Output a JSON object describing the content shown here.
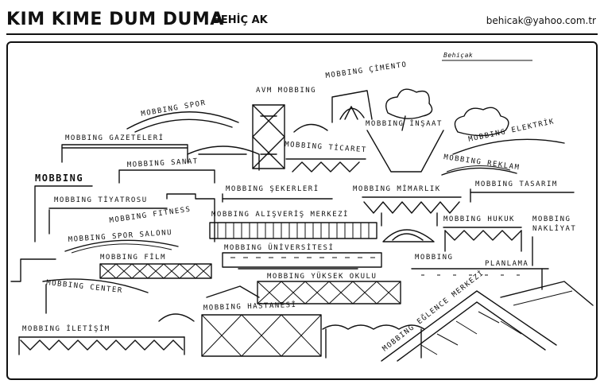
{
  "header": {
    "title": "KIM KIME DUM DUMA",
    "author": "BEHİÇ AK",
    "email": "behicak@yahoo.com.tr"
  },
  "cartoon": {
    "signature": "Behiçak",
    "labels": {
      "spor": "MOBBING SPOR",
      "avm": "AVM MOBBING",
      "cimento": "MOBBING ÇİMENTO",
      "gazeteleri": "MOBBING GAZETELERİ",
      "insaat": "MOBBING İNŞAAT",
      "elektrik": "MOBBING ELEKTRİK",
      "ticaret": "MOBBING TİCARET",
      "sanat": "MOBBING SANAT",
      "reklam": "MOBBING REKLAM",
      "mobbing": "MOBBING",
      "sekerleri": "MOBBING ŞEKERLERİ",
      "mimarlik": "MOBBING MİMARLIK",
      "tasarim": "MOBBING TASARIM",
      "tiyatrosu": "MOBBING TİYATROSU",
      "fitness": "MOBBING FITNESS",
      "avm_merkezi": "MOBBING ALIŞVERİŞ MERKEZİ",
      "hukuk": "MOBBING HUKUK",
      "nakliyat_1": "MOBBING",
      "nakliyat_2": "NAKLİYAT",
      "spor_salonu": "MOBBING SPOR SALONU",
      "universitesi": "MOBBING ÜNİVERSİTESİ",
      "film": "MOBBING FİLM",
      "planlama_1": "MOBBING",
      "planlama_2": "PLANLAMA",
      "center": "MOBBING CENTER",
      "yuksek_okulu": "MOBBING YÜKSEK OKULU",
      "hastanesi": "MOBBING HASTANESİ",
      "iletisim": "MOBBING İLETİŞİM",
      "eglence": "MOBBING EĞLENCE MERKEZİ"
    }
  }
}
